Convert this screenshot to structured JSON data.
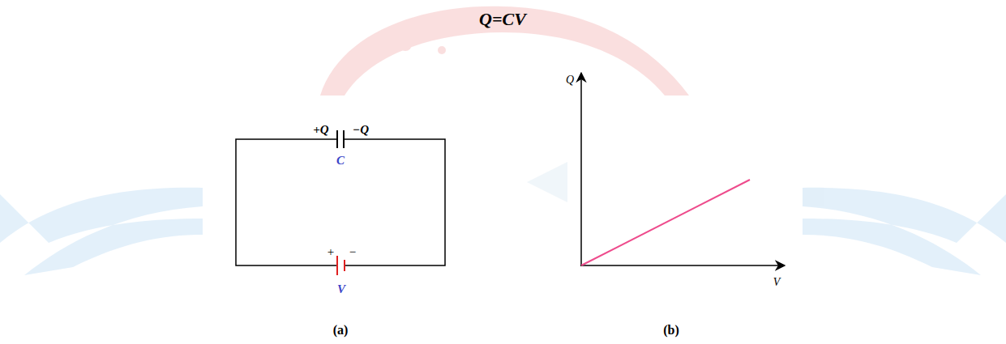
{
  "diagram": {
    "title": "Q=CV",
    "labels": [
      "+Q",
      "−Q",
      "C",
      "+",
      "−",
      "V",
      "(a)",
      "Q",
      "V",
      "(b)"
    ]
  }
}
